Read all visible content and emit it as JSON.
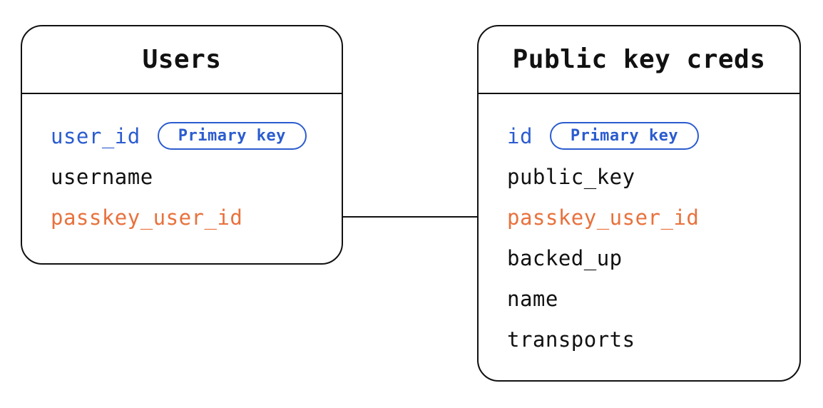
{
  "diagram": {
    "type": "entity-relationship",
    "colors": {
      "primary_key_blue": "#2b5ccf",
      "foreign_key_orange": "#e8713c",
      "text_black": "#111111",
      "line_black": "#111111",
      "background": "#ffffff"
    },
    "tables": [
      {
        "name": "Users",
        "fields": [
          {
            "name": "user_id",
            "role": "primary",
            "badge": "Primary key"
          },
          {
            "name": "username",
            "role": "normal"
          },
          {
            "name": "passkey_user_id",
            "role": "foreign"
          }
        ]
      },
      {
        "name": "Public key creds",
        "fields": [
          {
            "name": "id",
            "role": "primary",
            "badge": "Primary key"
          },
          {
            "name": "public_key",
            "role": "normal"
          },
          {
            "name": "passkey_user_id",
            "role": "foreign"
          },
          {
            "name": "backed_up",
            "role": "normal"
          },
          {
            "name": "name",
            "role": "normal"
          },
          {
            "name": "transports",
            "role": "normal"
          }
        ]
      }
    ],
    "relation": {
      "from_table": "Users",
      "from_field": "passkey_user_id",
      "to_table": "Public key creds",
      "to_field": "passkey_user_id"
    }
  }
}
